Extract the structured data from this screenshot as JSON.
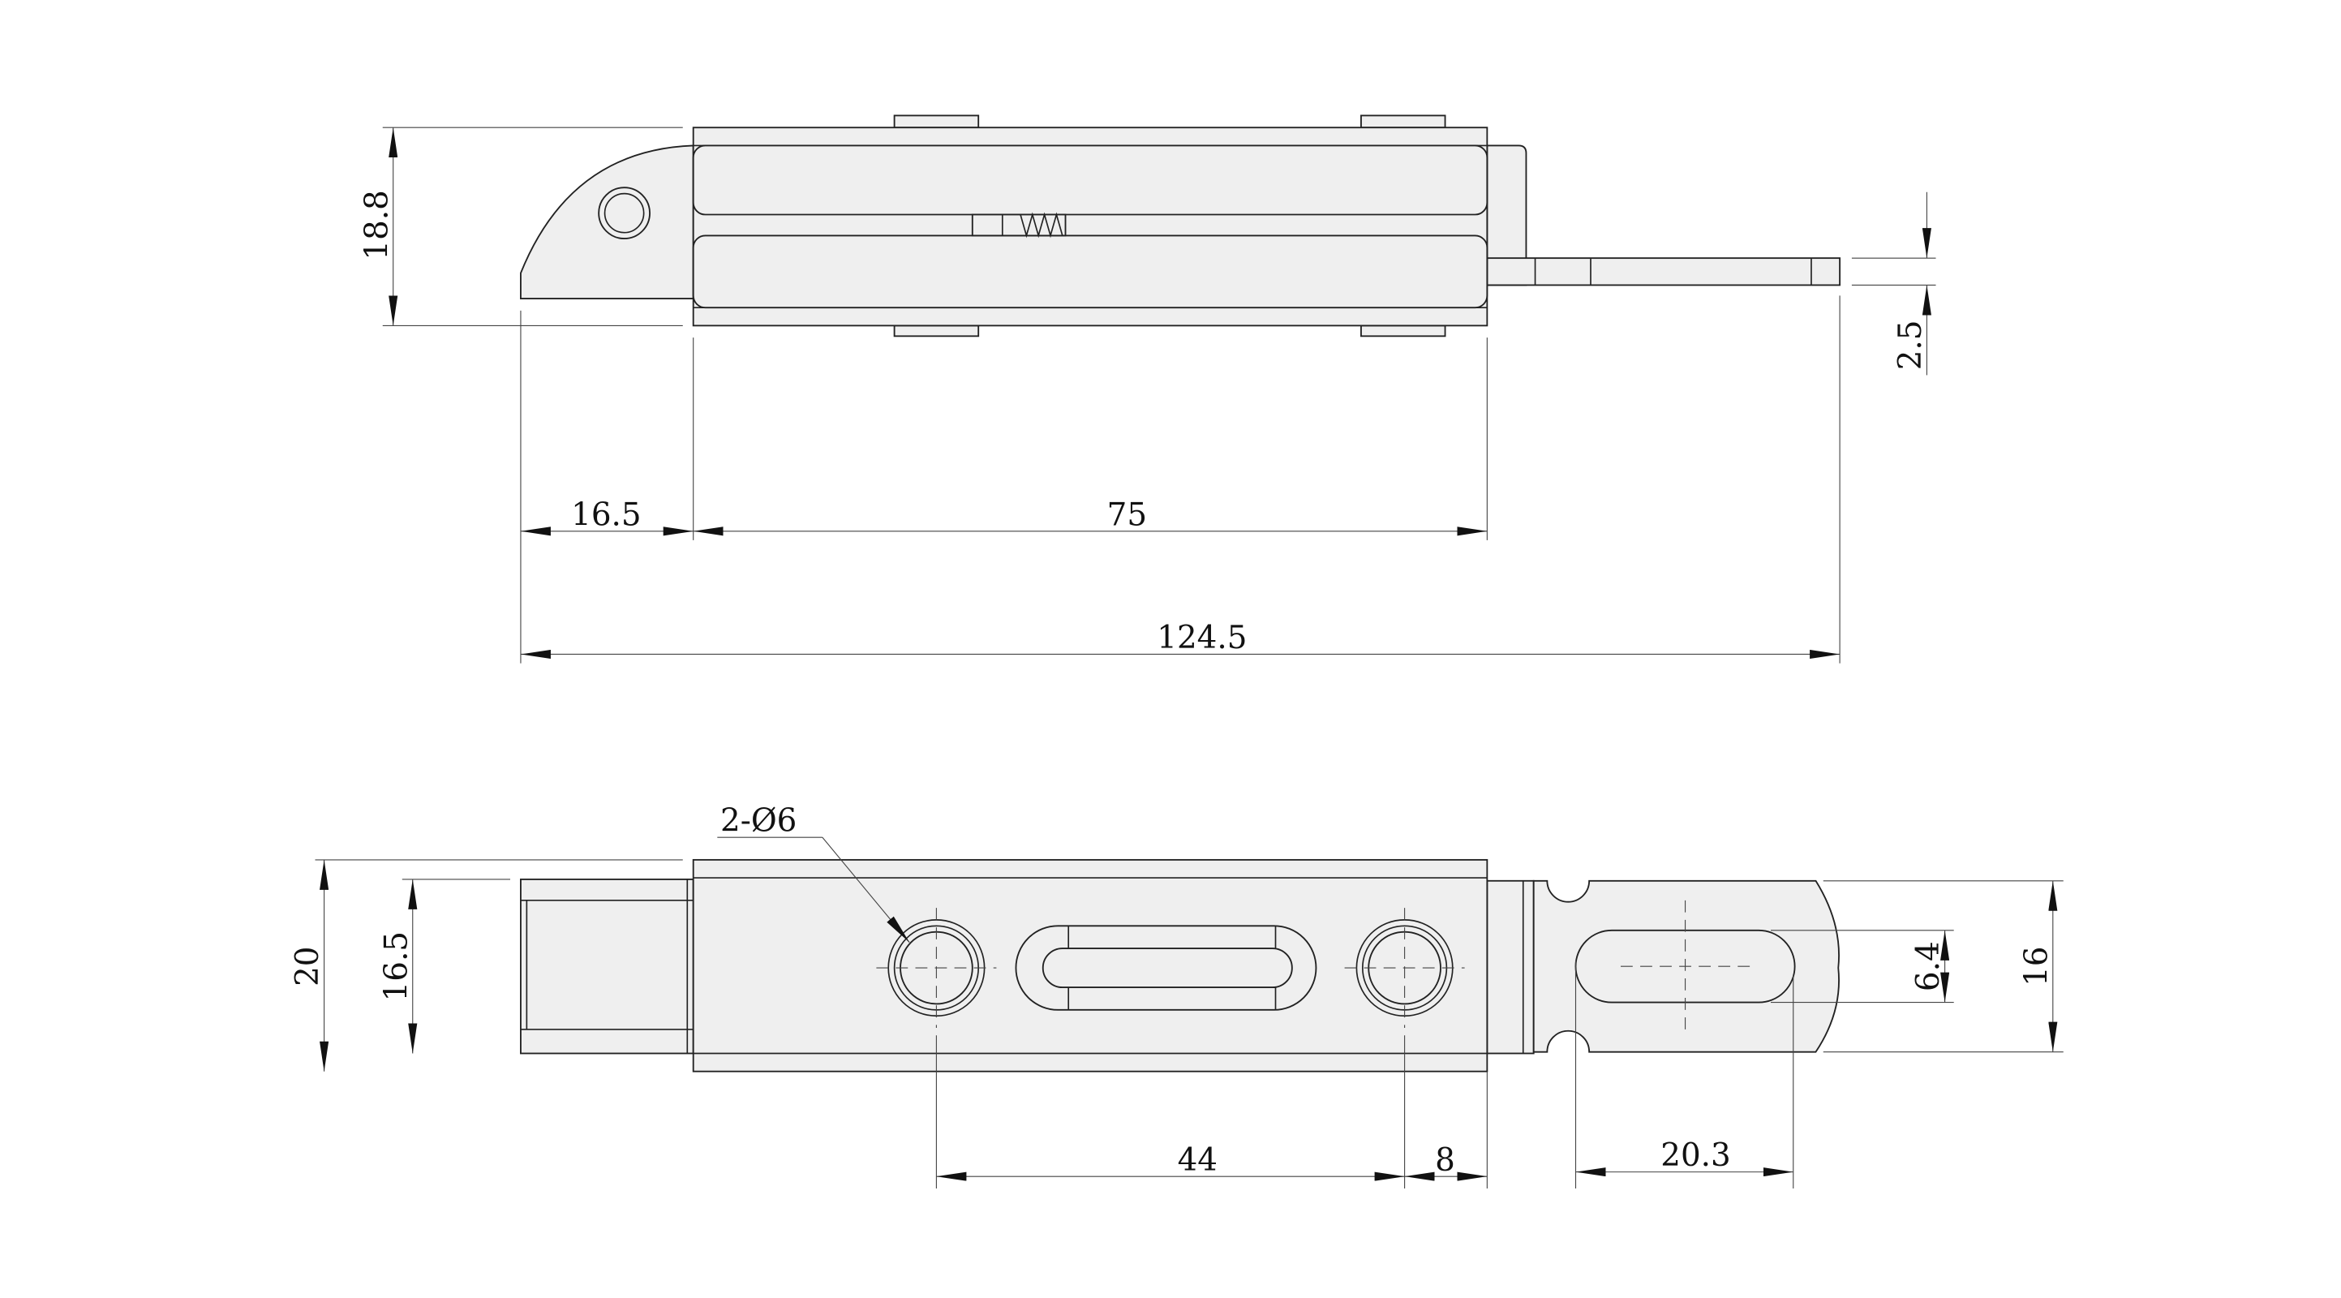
{
  "drawing": {
    "top_view": {
      "height": "18.8",
      "thickness": "2.5",
      "nose": "16.5",
      "body": "75",
      "overall": "124.5"
    },
    "bottom_view": {
      "holes": "2-Ø6",
      "width": "20",
      "inner_width": "16.5",
      "hole_pitch": "44",
      "edge": "8",
      "slot_length": "20.3",
      "slot_width": "6.4",
      "plate_width": "16"
    }
  }
}
